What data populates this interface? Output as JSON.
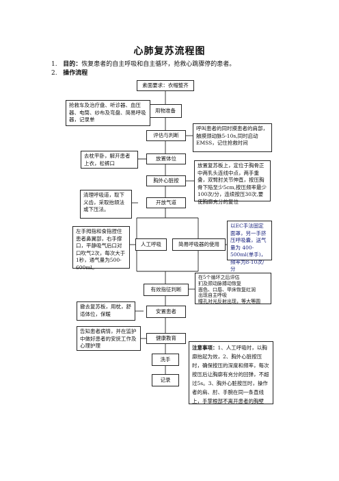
{
  "document": {
    "title": "心肺复苏流程图",
    "item1": {
      "num": "1.",
      "label": "目的：",
      "text": "恢复患者的自主呼吸和自主循环，抢救心跳骤停的患者。"
    },
    "item2": {
      "num": "2.",
      "label": "操作流程"
    }
  },
  "flow": {
    "appearance": "素面要求：衣帽整齐",
    "prepare": "用物准备",
    "assess": "评估与判断",
    "position": "放置体位",
    "compression": "胸外心脏按",
    "airway": "开放气道",
    "artificial": "人工呼吸",
    "bag": "简易呼吸器的使用",
    "effective": "有效指征判断",
    "settle": "安置患者",
    "education": "健康教育",
    "wash": "洗手",
    "record": "记录"
  },
  "notes": {
    "supplies": "抢救车及治疗盘、听诊器、血压器、电筒、纱布及弯盘、简易呼吸器，记录单",
    "assess_note": "呼叫患者的同时摸患者的肩部，触摸颈动脉5-10s,同时启动EMSS，记住抢救时间",
    "pillow": "去枕平卧，解开患者上衣，松裤口",
    "compress_note": "放置复苏板上，定位于胸骨正中两乳头连线中点，两手重叠，双臂肘关节伸直，按压胸骨下陷至少5cm,按压频率最少100次/分，连续按压30次,要使胸廓充分的复位",
    "clear": "清理呼吸道，取下义齿，采取抬颌法或下压法。",
    "mouth": "左手拇指和食指捏住患者鼻翼部，右手撑口，平静吸气后口对口吹气2次，每次大于1秒，通气量为500-600ml。",
    "bag_note": "以EC手法固定面罩，另一手挤压呼吸囊，送气量为 400-500ml(单手)，频率为8-10次/分",
    "signs_lines": [
      "在5个循环之后评估",
      "扪及颈动脉搏动恢复",
      "面色、口唇、甲床恢复红润",
      "出现自主呼吸",
      "瞳孔对光反射出现，等大等圆"
    ],
    "settle_note": "撤去复苏板，用枕，舒适体位，保暖",
    "inform": "告知患者病情，并在监护中做好患者的安抚工作及心理护理",
    "cautions_title": "注意事项：",
    "cautions_body": "1、人工呼吸时，以胸廓抬起为效，2、胸外心脏按压时，确保按压的深度和频率，每次按压后让胸廓有充分的回弹，不超过5s。3、胸外心脏按压时，操作者的肩、肘、手腕在同一条直线上，手掌根部不离开患者的胸壁"
  }
}
